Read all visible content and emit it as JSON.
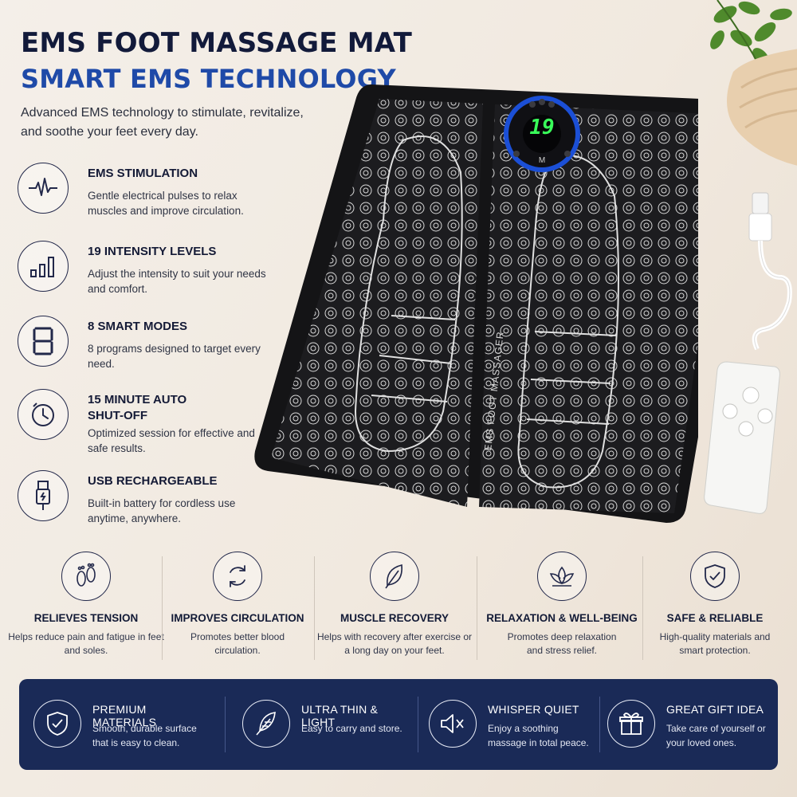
{
  "header": {
    "title": "EMS FOOT MASSAGE MAT",
    "subtitle": "SMART EMS TECHNOLOGY",
    "intro": "Advanced EMS technology to stimulate, revitalize, and soothe your feet every day."
  },
  "features": [
    {
      "icon": "pulse-icon",
      "title": "EMS STIMULATION",
      "desc": "Gentle electrical pulses to relax muscles and improve circulation."
    },
    {
      "icon": "signal-bars-icon",
      "title": "19 INTENSITY LEVELS",
      "desc": "Adjust the intensity to suit your needs and comfort."
    },
    {
      "icon": "digit-eight-icon",
      "title": "8 SMART MODES",
      "desc": "8 programs designed to target every need."
    },
    {
      "icon": "timer-icon",
      "title": "15 MINUTE AUTO SHUT-OFF",
      "desc": "Optimized session for effective and safe results."
    },
    {
      "icon": "usb-icon",
      "title": "USB RECHARGEABLE",
      "desc": "Built-in battery for cordless use anytime, anywhere."
    }
  ],
  "product": {
    "mat_label": "EMS FOOT MASSAGER",
    "display_value": "19",
    "mode_button": "M"
  },
  "benefits": [
    {
      "icon": "footprints-icon",
      "title": "RELIEVES TENSION",
      "desc": "Helps reduce pain and fatigue in feet and soles."
    },
    {
      "icon": "circulation-icon",
      "title": "IMPROVES CIRCULATION",
      "desc": "Promotes better blood circulation."
    },
    {
      "icon": "leaf-icon",
      "title": "MUSCLE RECOVERY",
      "desc": "Helps with recovery after exercise or a long day on your feet."
    },
    {
      "icon": "lotus-icon",
      "title": "RELAXATION & WELL-BEING",
      "desc": "Promotes deep relaxation and stress relief."
    },
    {
      "icon": "shield-check-icon",
      "title": "SAFE & RELIABLE",
      "desc": "High-quality materials and smart protection."
    }
  ],
  "banner": [
    {
      "icon": "shield-check-icon",
      "title": "PREMIUM MATERIALS",
      "desc": "Smooth, durable surface that is easy to clean."
    },
    {
      "icon": "feather-icon",
      "title": "ULTRA THIN & LIGHT",
      "desc": "Easy to carry and store."
    },
    {
      "icon": "speaker-mute-icon",
      "title": "WHISPER QUIET",
      "desc": "Enjoy a soothing massage in total peace."
    },
    {
      "icon": "gift-icon",
      "title": "GREAT GIFT IDEA",
      "desc": "Take care of yourself or your loved ones."
    }
  ],
  "colors": {
    "navy": "#121a3a",
    "accent_blue": "#1f4aa8",
    "banner_bg": "#1a2a57",
    "display_green": "#39ff5a"
  }
}
